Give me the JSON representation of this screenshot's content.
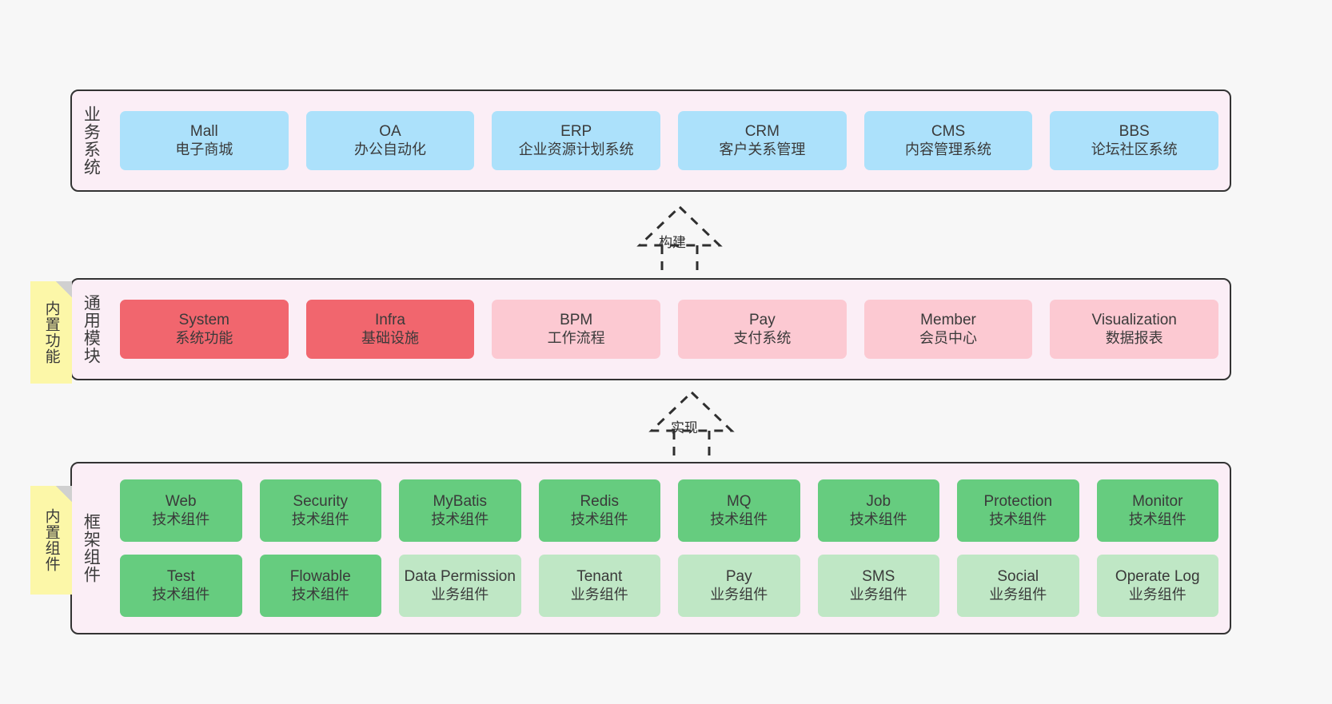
{
  "diagram": {
    "title_note": "Layered architecture diagram",
    "colors": {
      "band_bg": "#fbeef6",
      "band_border": "#333333",
      "business_box": "#ace1fb",
      "module_core_box": "#f1666e",
      "module_optional_box": "#fcc9d2",
      "tech_component_box": "#66cc7f",
      "business_component_box": "#bfe7c5",
      "sticky_note": "#fcf7a8",
      "page_bg": "#f7f7f7"
    }
  },
  "layers": {
    "business": {
      "label": "业务系统",
      "items": [
        {
          "en": "Mall",
          "cn": "电子商城"
        },
        {
          "en": "OA",
          "cn": "办公自动化"
        },
        {
          "en": "ERP",
          "cn": "企业资源计划系统"
        },
        {
          "en": "CRM",
          "cn": "客户关系管理"
        },
        {
          "en": "CMS",
          "cn": "内容管理系统"
        },
        {
          "en": "BBS",
          "cn": "论坛社区系统"
        }
      ]
    },
    "common": {
      "label": "通用模块",
      "items": [
        {
          "en": "System",
          "cn": "系统功能",
          "style": "c-red"
        },
        {
          "en": "Infra",
          "cn": "基础设施",
          "style": "c-red"
        },
        {
          "en": "BPM",
          "cn": "工作流程",
          "style": "c-pink"
        },
        {
          "en": "Pay",
          "cn": "支付系统",
          "style": "c-pink"
        },
        {
          "en": "Member",
          "cn": "会员中心",
          "style": "c-pink"
        },
        {
          "en": "Visualization",
          "cn": "数据报表",
          "style": "c-pink"
        }
      ]
    },
    "framework": {
      "label": "框架组件",
      "row1": [
        {
          "en": "Web",
          "cn": "技术组件",
          "style": "c-green"
        },
        {
          "en": "Security",
          "cn": "技术组件",
          "style": "c-green"
        },
        {
          "en": "MyBatis",
          "cn": "技术组件",
          "style": "c-green"
        },
        {
          "en": "Redis",
          "cn": "技术组件",
          "style": "c-green"
        },
        {
          "en": "MQ",
          "cn": "技术组件",
          "style": "c-green"
        },
        {
          "en": "Job",
          "cn": "技术组件",
          "style": "c-green"
        },
        {
          "en": "Protection",
          "cn": "技术组件",
          "style": "c-green"
        },
        {
          "en": "Monitor",
          "cn": "技术组件",
          "style": "c-green"
        }
      ],
      "row2": [
        {
          "en": "Test",
          "cn": "技术组件",
          "style": "c-green"
        },
        {
          "en": "Flowable",
          "cn": "技术组件",
          "style": "c-green"
        },
        {
          "en": "Data Permission",
          "cn": "业务组件",
          "style": "c-lightgreen"
        },
        {
          "en": "Tenant",
          "cn": "业务组件",
          "style": "c-lightgreen"
        },
        {
          "en": "Pay",
          "cn": "业务组件",
          "style": "c-lightgreen"
        },
        {
          "en": "SMS",
          "cn": "业务组件",
          "style": "c-lightgreen"
        },
        {
          "en": "Social",
          "cn": "业务组件",
          "style": "c-lightgreen"
        },
        {
          "en": "Operate Log",
          "cn": "业务组件",
          "style": "c-lightgreen"
        }
      ]
    }
  },
  "connectors": [
    {
      "name": "build",
      "label": "构建",
      "from": "通用模块",
      "to": "业务系统"
    },
    {
      "name": "implement",
      "label": "实现",
      "from": "框架组件",
      "to": "通用模块"
    }
  ],
  "sticky_notes": [
    {
      "name": "builtin-functions",
      "label": "内置功能"
    },
    {
      "name": "builtin-components",
      "label": "内置组件"
    }
  ]
}
